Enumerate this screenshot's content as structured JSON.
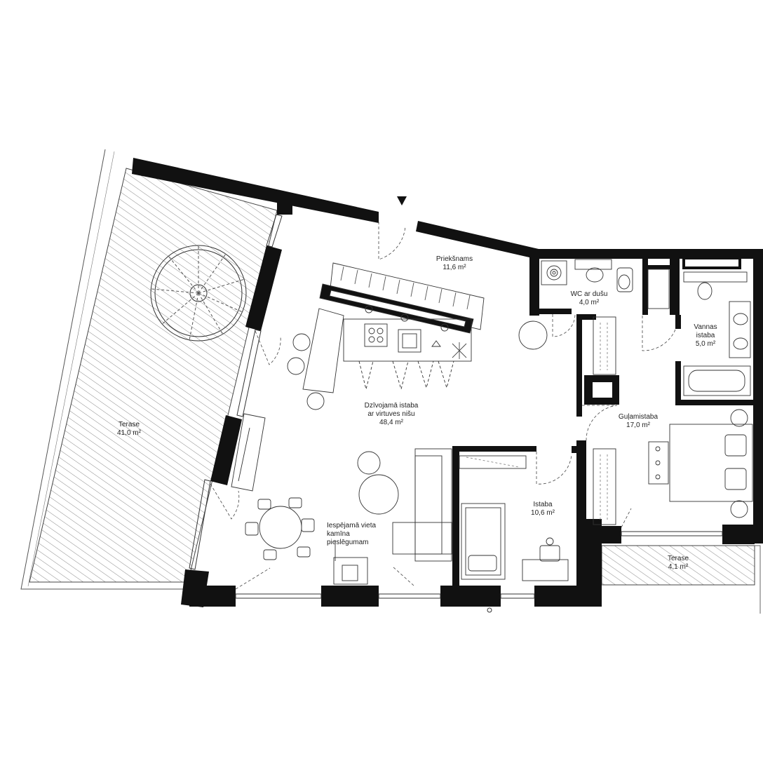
{
  "rooms": {
    "priekshnams": {
      "name": "Priekšnams",
      "area": "11,6 m²"
    },
    "wc": {
      "name": "WC ar dušu",
      "area": "4,0 m²"
    },
    "vannas": {
      "line1": "Vannas",
      "line2": "istaba",
      "area": "5,0 m²"
    },
    "dzivojama": {
      "line1": "Dzīvojamā istaba",
      "line2": "ar virtuves nišu",
      "area": "48,4 m²"
    },
    "gulamistaba": {
      "name": "Guļamistaba",
      "area": "17,0 m²"
    },
    "istaba": {
      "name": "Istaba",
      "area": "10,6 m²"
    },
    "terase_big": {
      "name": "Terase",
      "area": "41,0 m²"
    },
    "terase_small": {
      "name": "Terase",
      "area": "4,1 m²"
    }
  },
  "fireplace_note": {
    "line1": "Iespējamā vieta",
    "line2": "kamīna",
    "line3": "pieslēgumam"
  },
  "colors": {
    "wall": "#111111",
    "line": "#333333",
    "hatch": "#555555",
    "background": "#ffffff"
  }
}
